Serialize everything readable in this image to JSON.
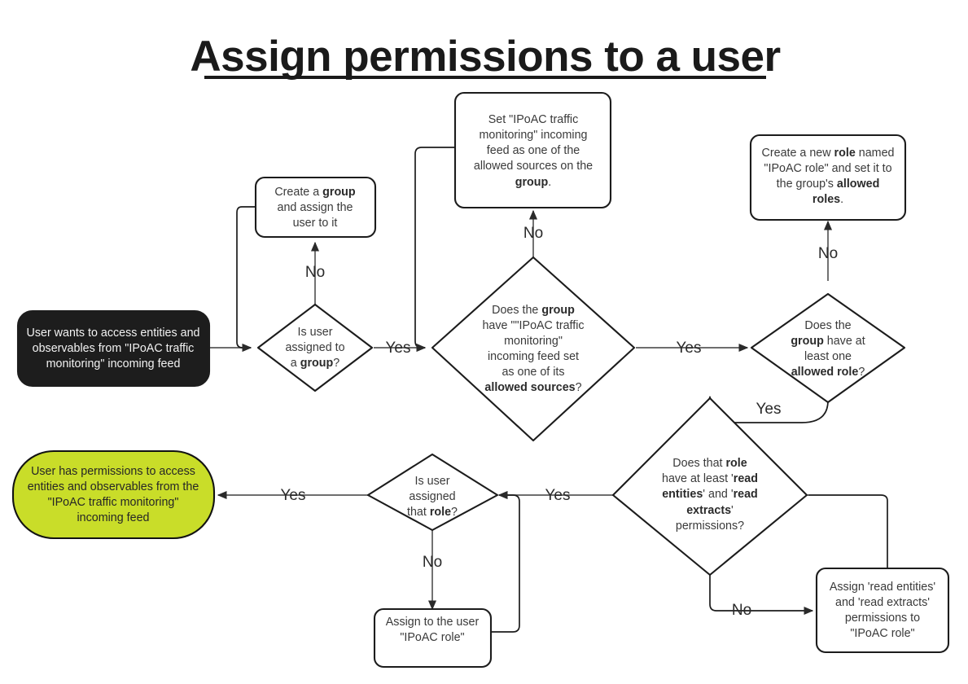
{
  "page": {
    "title": "Assign permissions to a user",
    "background_color": "#ffffff",
    "accent_color": "#c9dd29",
    "start_node_color": "#1d1d1d",
    "line_color": "#5a5a5a"
  },
  "nodes": {
    "start": {
      "id": "start",
      "shape": "rounded-rectangle",
      "fill": "#1d1d1d",
      "text_lines": [
        "User wants to access entities and",
        "observables from \"IPoAC traffic",
        "monitoring\" incoming feed"
      ]
    },
    "create_group": {
      "id": "create-group",
      "shape": "rounded-rectangle",
      "fill": "#ffffff",
      "text_lines": [
        [
          {
            "t": "Create a ",
            "b": false
          },
          {
            "t": "group",
            "b": true
          }
        ],
        [
          {
            "t": "and assign the",
            "b": false
          }
        ],
        [
          {
            "t": "user to it",
            "b": false
          }
        ]
      ]
    },
    "is_user_in_group": {
      "id": "is-user-assigned-to-group",
      "shape": "diamond",
      "fill": "#ffffff",
      "text_lines": [
        [
          {
            "t": "Is user",
            "b": false
          }
        ],
        [
          {
            "t": "assigned to",
            "b": false
          }
        ],
        [
          {
            "t": "a ",
            "b": false
          },
          {
            "t": "group",
            "b": true
          },
          {
            "t": "?",
            "b": false
          }
        ]
      ]
    },
    "set_allowed_source": {
      "id": "set-allowed-source",
      "shape": "rounded-rectangle",
      "fill": "#ffffff",
      "text_lines": [
        [
          {
            "t": "Set \"IPoAC traffic",
            "b": false
          }
        ],
        [
          {
            "t": "monitoring\" incoming",
            "b": false
          }
        ],
        [
          {
            "t": "feed as one of the",
            "b": false
          }
        ],
        [
          {
            "t": "allowed sources on the",
            "b": false
          }
        ],
        [
          {
            "t": "group",
            "b": true
          },
          {
            "t": ".",
            "b": false
          }
        ]
      ]
    },
    "group_has_feed": {
      "id": "does-group-have-feed-as-allowed-source",
      "shape": "diamond",
      "fill": "#ffffff",
      "text_lines": [
        [
          {
            "t": "Does the ",
            "b": false
          },
          {
            "t": "group",
            "b": true
          }
        ],
        [
          {
            "t": "have \"\"IPoAC traffic",
            "b": false
          }
        ],
        [
          {
            "t": "monitoring\"",
            "b": false
          }
        ],
        [
          {
            "t": "incoming feed set",
            "b": false
          }
        ],
        [
          {
            "t": "as one of its",
            "b": false
          }
        ],
        [
          {
            "t": "allowed sources",
            "b": true
          },
          {
            "t": "?",
            "b": false
          }
        ]
      ]
    },
    "create_role": {
      "id": "create-new-role",
      "shape": "rounded-rectangle",
      "fill": "#ffffff",
      "text_lines": [
        [
          {
            "t": "Create a new ",
            "b": false
          },
          {
            "t": "role",
            "b": true
          },
          {
            "t": " named",
            "b": false
          }
        ],
        [
          {
            "t": "\"IPoAC role\" and set it to",
            "b": false
          }
        ],
        [
          {
            "t": "the group's ",
            "b": false
          },
          {
            "t": "allowed",
            "b": true
          }
        ],
        [
          {
            "t": "roles",
            "b": true
          },
          {
            "t": ".",
            "b": false
          }
        ]
      ]
    },
    "group_has_role": {
      "id": "does-group-have-allowed-role",
      "shape": "diamond",
      "fill": "#ffffff",
      "text_lines": [
        [
          {
            "t": "Does the",
            "b": false
          }
        ],
        [
          {
            "t": "group",
            "b": true
          },
          {
            "t": " have at",
            "b": false
          }
        ],
        [
          {
            "t": "least one",
            "b": false
          }
        ],
        [
          {
            "t": "allowed role",
            "b": true
          },
          {
            "t": "?",
            "b": false
          }
        ]
      ]
    },
    "role_has_perms": {
      "id": "does-role-have-read-permissions",
      "shape": "diamond",
      "fill": "#ffffff",
      "text_lines": [
        [
          {
            "t": "Does that ",
            "b": false
          },
          {
            "t": "role",
            "b": true
          }
        ],
        [
          {
            "t": "have at least '",
            "b": false
          },
          {
            "t": "read",
            "b": true
          }
        ],
        [
          {
            "t": "entities",
            "b": true
          },
          {
            "t": "' and '",
            "b": false
          },
          {
            "t": "read",
            "b": true
          }
        ],
        [
          {
            "t": "extracts",
            "b": true
          },
          {
            "t": "'",
            "b": false
          }
        ],
        [
          {
            "t": "permissions?",
            "b": false
          }
        ]
      ]
    },
    "assign_perms": {
      "id": "assign-read-permissions",
      "shape": "rounded-rectangle",
      "fill": "#ffffff",
      "text_lines": [
        [
          {
            "t": "Assign 'read entities'",
            "b": false
          }
        ],
        [
          {
            "t": "and 'read extracts'",
            "b": false
          }
        ],
        [
          {
            "t": "permissions to",
            "b": false
          }
        ],
        [
          {
            "t": "\"IPoAC role\"",
            "b": false
          }
        ]
      ]
    },
    "is_user_assigned_role": {
      "id": "is-user-assigned-that-role",
      "shape": "diamond",
      "fill": "#ffffff",
      "text_lines": [
        [
          {
            "t": "Is user",
            "b": false
          }
        ],
        [
          {
            "t": "assigned",
            "b": false
          }
        ],
        [
          {
            "t": "that ",
            "b": false
          },
          {
            "t": "role",
            "b": true
          },
          {
            "t": "?",
            "b": false
          }
        ]
      ]
    },
    "assign_role_to_user": {
      "id": "assign-role-to-user",
      "shape": "rounded-rectangle",
      "fill": "#ffffff",
      "text_lines": [
        [
          {
            "t": "Assign to the user",
            "b": false
          }
        ],
        [
          {
            "t": "\"IPoAC role\"",
            "b": false
          }
        ]
      ]
    },
    "end": {
      "id": "end-user-has-permissions",
      "shape": "stadium",
      "fill": "#c9dd29",
      "text_lines": [
        "User has permissions to access",
        "entities and observables from the",
        "\"IPoAC traffic monitoring\"",
        "incoming feed"
      ]
    }
  },
  "edge_labels": {
    "group_no": "No",
    "group_yes": "Yes",
    "feed_no": "No",
    "feed_yes": "Yes",
    "role_no": "No",
    "role_yes": "Yes",
    "perms_yes": "Yes",
    "perms_no": "No",
    "assigned_no": "No",
    "assigned_yes": "Yes"
  }
}
